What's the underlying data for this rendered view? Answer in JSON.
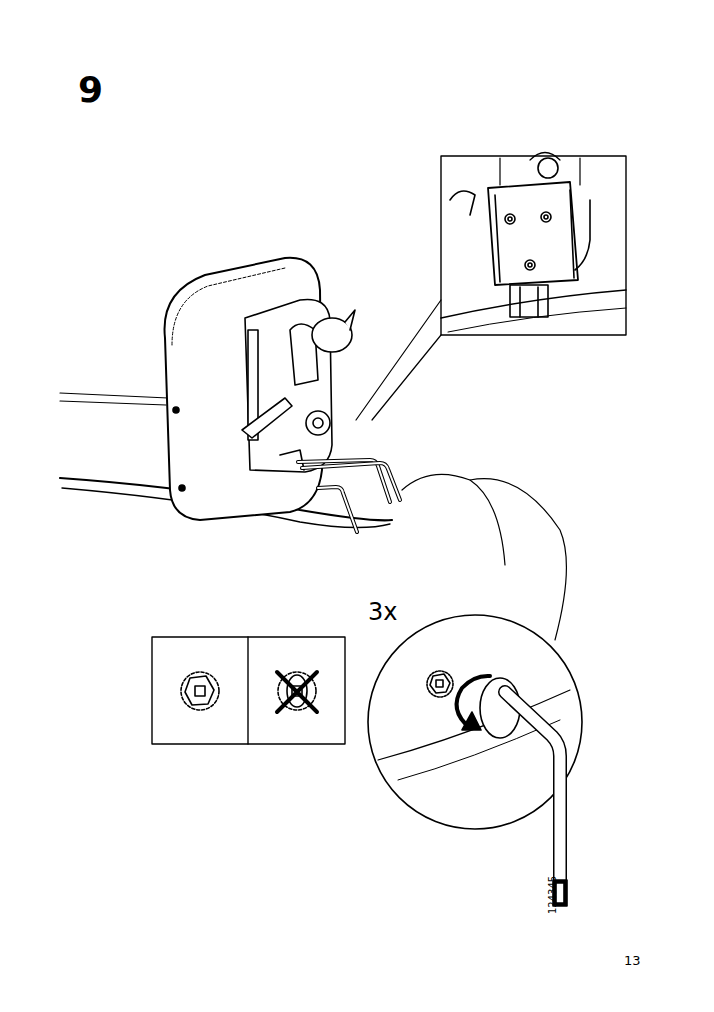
{
  "diagram": {
    "labels": [
      "9",
      "3x",
      "124345",
      "13"
    ]
  }
}
